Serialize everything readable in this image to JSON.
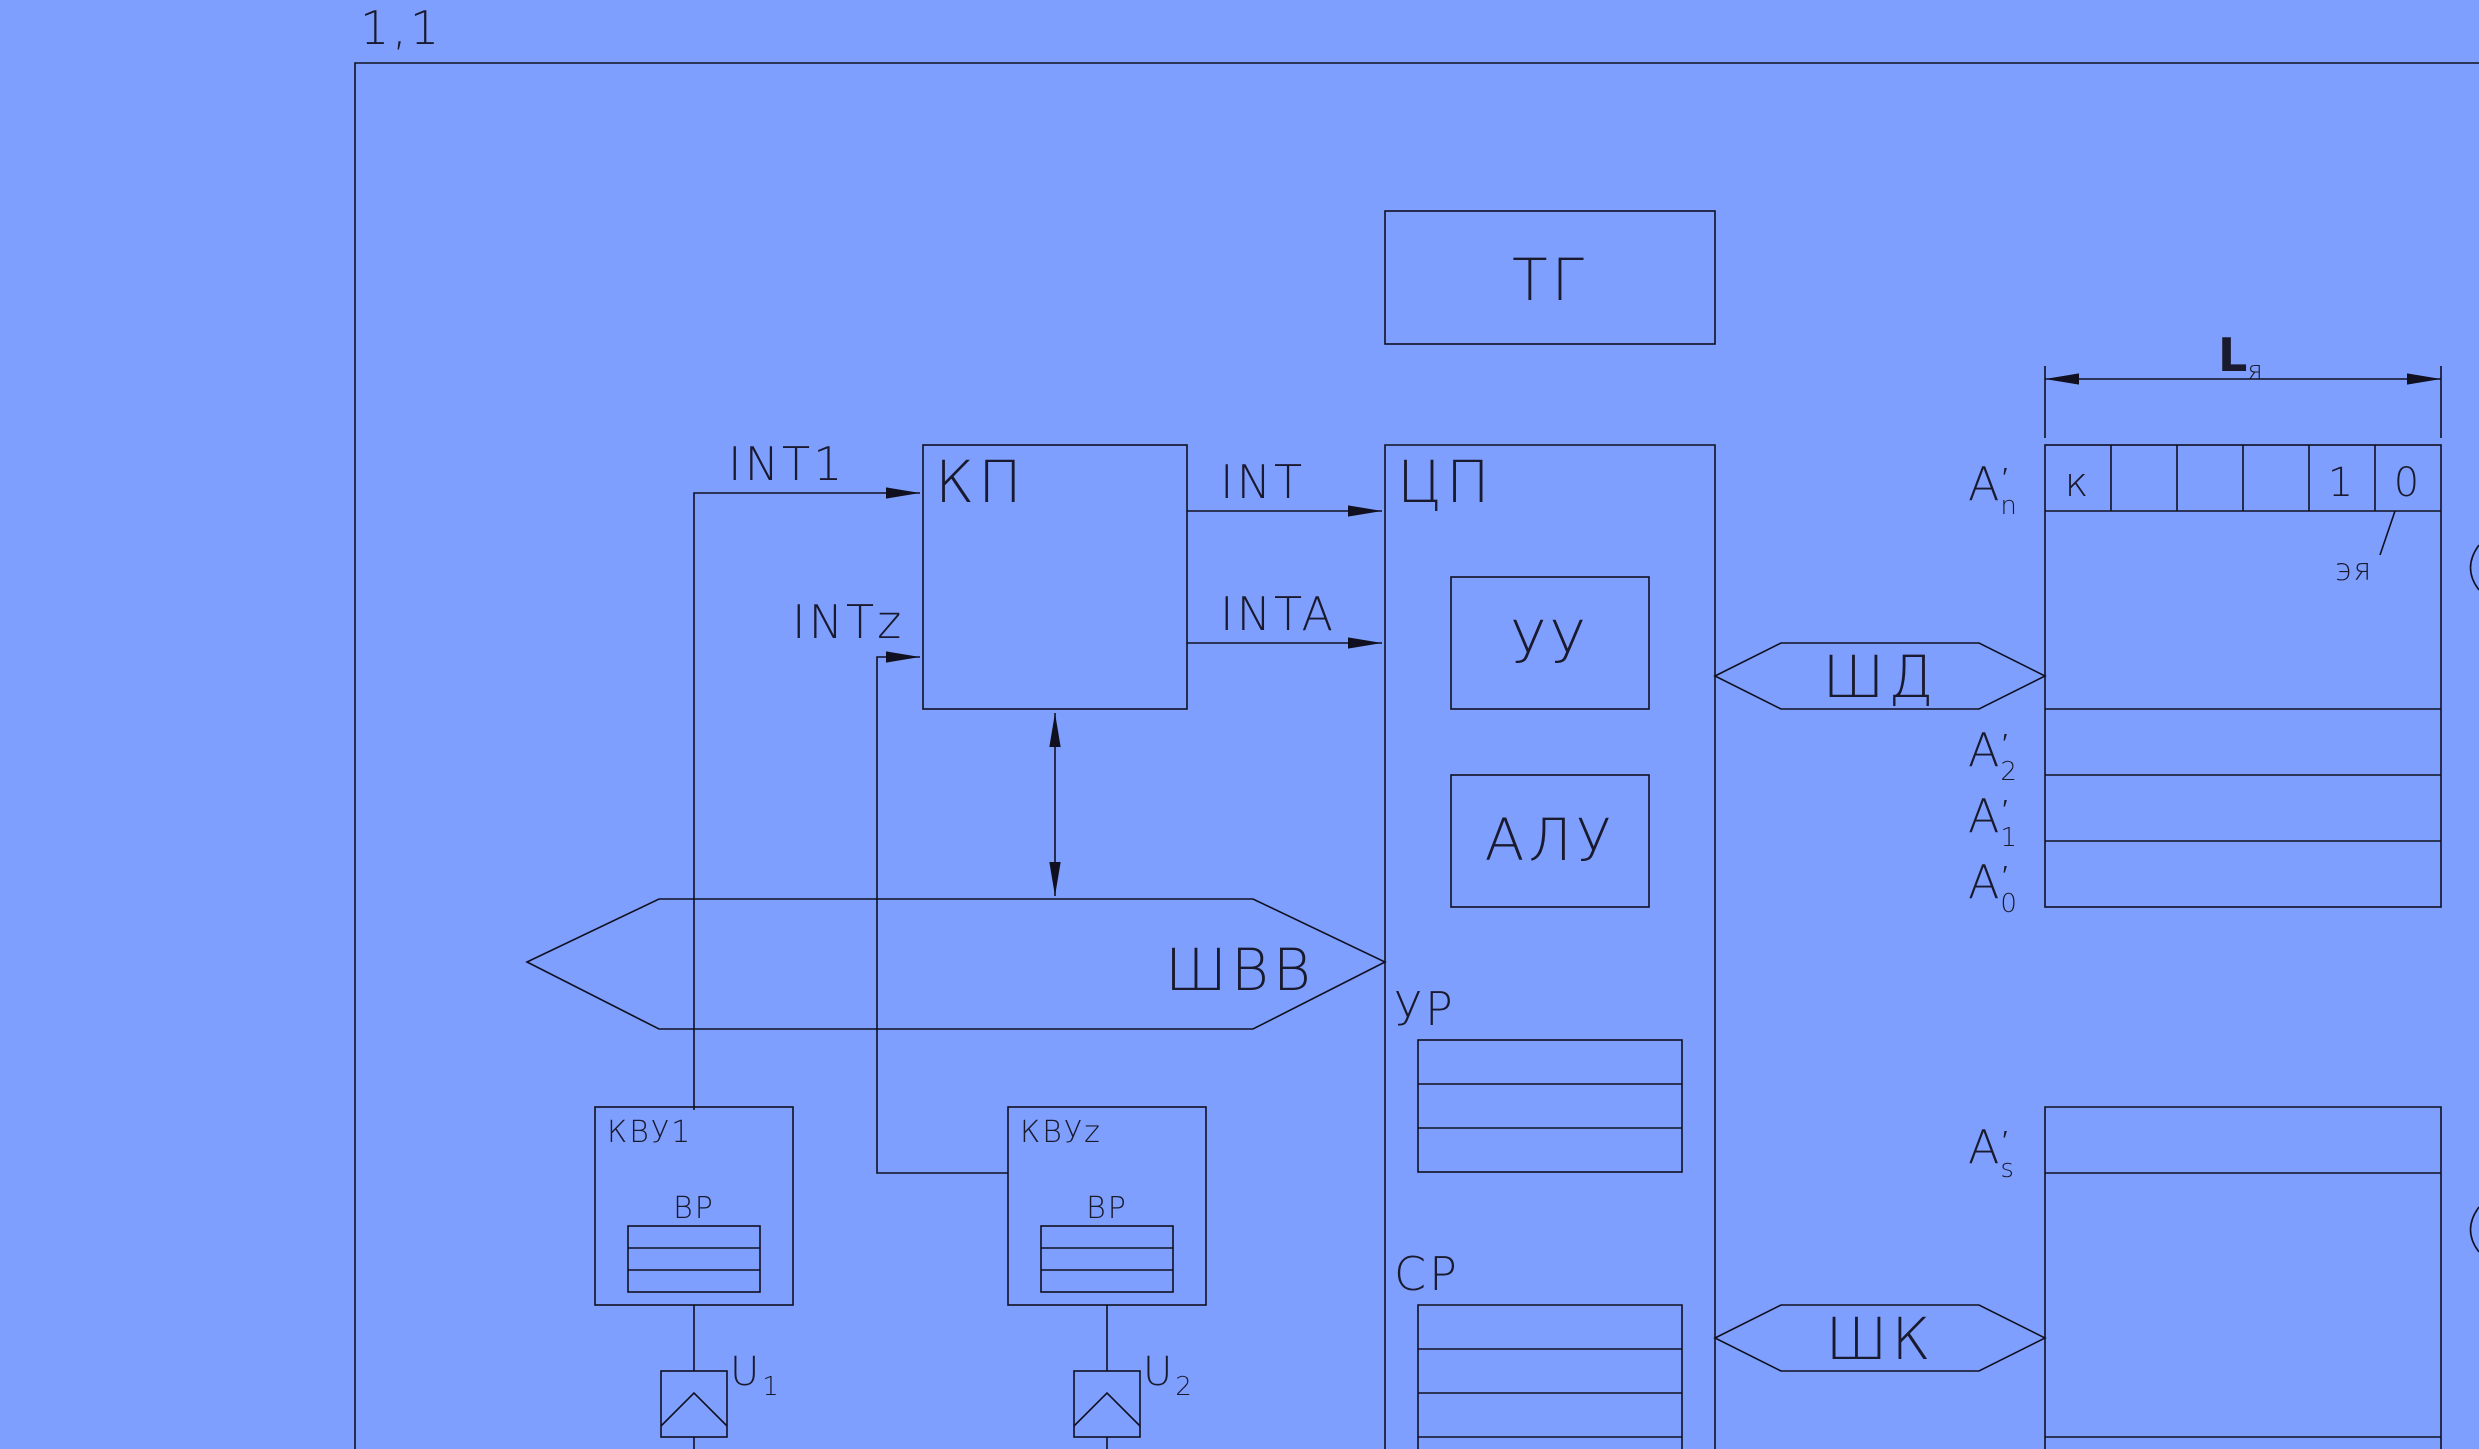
{
  "sheet_label": "1,1",
  "blocks": {
    "tg": "ТГ",
    "kp": "КП",
    "cp": "ЦП",
    "uu": "УУ",
    "alu": "АЛУ",
    "ur": "УР",
    "sr": "СР",
    "kvu1": "КВУ1",
    "kvuz": "КВУz",
    "vr1": "ВР",
    "vr2": "ВР"
  },
  "buses": {
    "shvv": "ШВВ",
    "shd": "ШД",
    "shk": "ШК"
  },
  "signals": {
    "int1": "INT1",
    "intz": "INTz",
    "int": "INT",
    "inta": "INTA"
  },
  "devices": {
    "u1": "U",
    "u1_sub": "1",
    "u2": "U",
    "u2_sub": "2"
  },
  "memory": {
    "length_label": "L",
    "length_sub": "я",
    "cells_top": [
      "к",
      "",
      "",
      "",
      "1",
      "0"
    ],
    "elem_label": "эя",
    "addr_letter": "A",
    "prime": "′",
    "addr_n": "n",
    "addr_2": "2",
    "addr_1": "1",
    "addr_0": "0",
    "addr_s": "s"
  }
}
